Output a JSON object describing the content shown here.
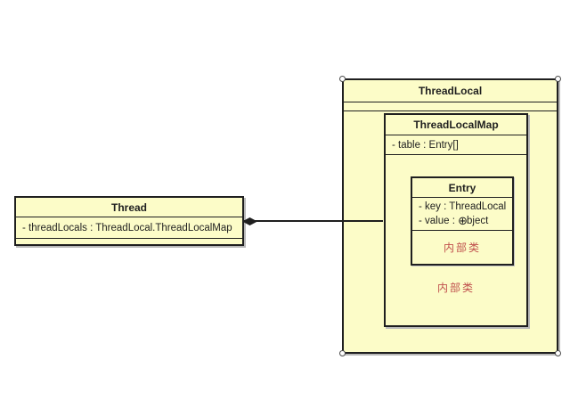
{
  "diagram": {
    "thread": {
      "title": "Thread",
      "attributes": [
        "- threadLocals : ThreadLocal.ThreadLocalMap"
      ]
    },
    "threadlocal": {
      "title": "ThreadLocal",
      "threadlocalmap": {
        "title": "ThreadLocalMap",
        "attributes": [
          "- table : Entry[]"
        ],
        "inner_class_label": "内部类",
        "entry": {
          "title": "Entry",
          "attributes": [
            "- key : ThreadLocal"
          ],
          "value_attr": {
            "prefix": "- value : ",
            "marker": "⊕",
            "suffix": "bject"
          },
          "inner_class_label": "内部类"
        }
      }
    },
    "relationship": {
      "type": "composition",
      "from": "Thread",
      "to": "ThreadLocalMap",
      "diamond_at": "Thread"
    },
    "colors": {
      "class_fill": "#FCFCC8",
      "border": "#1F1F1F",
      "inner_class_text": "#C0504D",
      "shadow": "#B9B9B9"
    }
  }
}
